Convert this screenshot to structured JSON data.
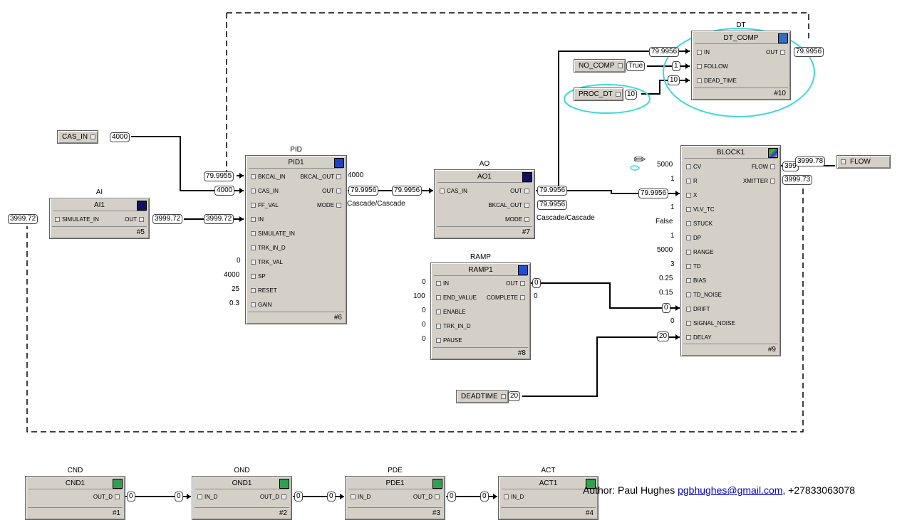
{
  "blocks": {
    "ai": {
      "type": "AI",
      "name": "AI1",
      "num": "#5",
      "inputs": [
        "SIMULATE_IN"
      ],
      "outputs": [
        "OUT"
      ]
    },
    "pid": {
      "type": "PID",
      "name": "PID1",
      "num": "#6",
      "inputs": [
        "BKCAL_IN",
        "CAS_IN",
        "FF_VAL",
        "IN",
        "SIMULATE_IN",
        "TRK_IN_D",
        "TRK_VAL",
        "SP",
        "RESET",
        "GAIN"
      ],
      "outputs": [
        "BKCAL_OUT",
        "OUT",
        "MODE"
      ]
    },
    "ao": {
      "type": "AO",
      "name": "AO1",
      "num": "#7",
      "inputs": [
        "CAS_IN"
      ],
      "outputs": [
        "OUT",
        "BKCAL_OUT",
        "MODE"
      ]
    },
    "ramp": {
      "type": "RAMP",
      "name": "RAMP1",
      "num": "#8",
      "inputs": [
        "IN",
        "END_VALUE",
        "ENABLE",
        "TRK_IN_D",
        "PAUSE"
      ],
      "outputs": [
        "OUT",
        "COMPLETE"
      ]
    },
    "dt": {
      "type": "DT",
      "name": "DT_COMP",
      "num": "#10",
      "inputs": [
        "IN",
        "FOLLOW",
        "DEAD_TIME"
      ],
      "outputs": [
        "OUT"
      ]
    },
    "block1": {
      "type": "",
      "name": "BLOCK1",
      "num": "#9",
      "inputs": [
        "CV",
        "R",
        "X",
        "VLV_TC",
        "STUCK",
        "DP",
        "RANGE",
        "TD",
        "BIAS",
        "TD_NOISE",
        "DRIFT",
        "SIGNAL_NOISE",
        "DELAY"
      ],
      "outputs": [
        "FLOW",
        "XMITTER"
      ]
    },
    "cnd": {
      "type": "CND",
      "name": "CND1",
      "num": "#1",
      "inputs": [],
      "outputs": [
        "OUT_D"
      ]
    },
    "ond": {
      "type": "OND",
      "name": "OND1",
      "num": "#2",
      "inputs": [
        "IN_D"
      ],
      "outputs": [
        "OUT_D"
      ]
    },
    "pde": {
      "type": "PDE",
      "name": "PDE1",
      "num": "#3",
      "inputs": [
        "IN_D"
      ],
      "outputs": [
        "OUT_D"
      ]
    },
    "act": {
      "type": "ACT",
      "name": "ACT1",
      "num": "#4",
      "inputs": [
        "IN_D"
      ],
      "outputs": []
    }
  },
  "refs": {
    "cas_in": "CAS_IN",
    "no_comp": "NO_COMP",
    "proc_dt": "PROC_DT",
    "deadtime": "DEADTIME",
    "flow": "FLOW"
  },
  "values": {
    "ai_sim_in": "3999.72",
    "ai_out": "3999.72",
    "pid_in": "3999.72",
    "cas_in_out": "4000",
    "pid_cas_in": "4000",
    "pid_bkcal_in": "79.9955",
    "pid_bkcal_out": "4000",
    "pid_out": "79.9956",
    "ao_cas_in": "79.9956",
    "ao_out": "79.9956",
    "ao_bkcal_out": "79.9956",
    "block1_x": "79.9956",
    "dt_in": "79.9956",
    "dt_out": "79.9956",
    "no_comp_val": "True",
    "dt_follow": "1",
    "proc_dt_val": "10",
    "dt_dead_time": "10",
    "block1_flow_trunc": "399",
    "block1_flow": "3999.78",
    "block1_xmitter": "3999.73",
    "ramp_out": "0",
    "block1_drift": "0",
    "block1_delay": "20",
    "deadtime_val": "20",
    "cnd_out": "0",
    "ond_in": "0",
    "ond_out": "0",
    "pde_in": "0",
    "pde_out": "0",
    "act_in": "0"
  },
  "labels": {
    "pid_mode": "Cascade/Cascade",
    "ao_mode": "Cascade/Cascade",
    "pid_sp": "0",
    "pid_reset": "4000",
    "pid_gain_a": "25",
    "pid_gain_b": "0.3",
    "ramp_in": "0",
    "ramp_end": "100",
    "ramp_enable": "0",
    "ramp_trk": "0",
    "ramp_pause": "0",
    "ramp_complete": "0",
    "b1_cv": "5000",
    "b1_r": "1",
    "b1_vlv": "1",
    "b1_stuck": "False",
    "b1_dp": "1",
    "b1_range": "5000",
    "b1_td": "3",
    "b1_bias": "0.25",
    "b1_tdnoise": "0.15",
    "b1_signoise": "0"
  },
  "author": {
    "prefix": "Author: Paul Hughes ",
    "email": "pgbhughes@gmail.com",
    "suffix": ", +27833063078"
  },
  "colors": {
    "highlight": "#40d8d8",
    "block_bg": "#d4d0c8"
  }
}
